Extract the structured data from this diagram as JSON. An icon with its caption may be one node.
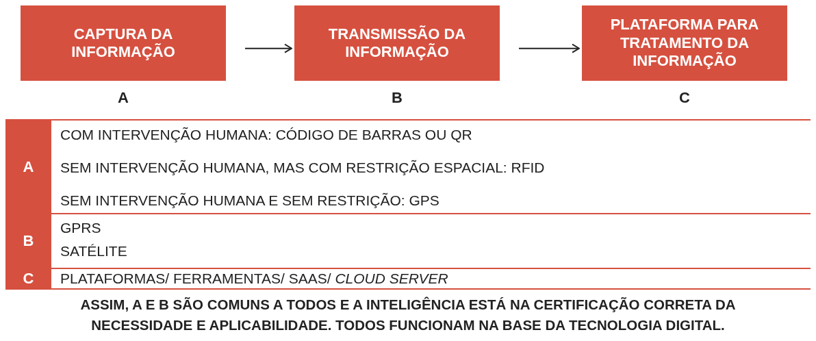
{
  "diagram": {
    "caption": "ASSIM, A E B SÃO COMUNS A TODOS E A INTELIGÊNCIA ESTÁ NA CERTIFICAÇÃO CORRETA DA NECESSIDADE E APLICABILIDADE. TODOS FUNCIONAM NA BASE DA TECNOLOGIA DIGITAL.",
    "nodes": [
      {
        "text": [
          "CAPTURA DA INFORMAÇÃO"
        ],
        "beside": [
          "A"
        ]
      },
      {
        "text": [
          "TRANSMISSÃO DA INFORMAÇÃO"
        ],
        "beside": [
          "B"
        ]
      },
      {
        "text": [
          "PLATAFORMA PARA TRATAMENTO DA INFORMAÇÃO"
        ],
        "beside": [
          "C"
        ]
      }
    ],
    "edges": [
      {
        "from": 0,
        "to": 1,
        "arrow": "to"
      },
      {
        "from": 1,
        "to": 2,
        "arrow": "to"
      }
    ],
    "labels": [
      "A",
      "COM INTERVENÇÃO HUMANA: CÓDIGO DE BARRAS OU QR",
      "SEM INTERVENÇÃO HUMANA, MAS COM RESTRIÇÃO ESPACIAL: RFID",
      "SEM INTERVENÇÃO HUMANA E SEM RESTRIÇÃO: GPS",
      "B",
      "GPRS",
      "SATÉLITE",
      "C",
      "PLATAFORMAS/ FERRAMENTAS/ SAAS/ *CLOUD SERVER*"
    ]
  }
}
